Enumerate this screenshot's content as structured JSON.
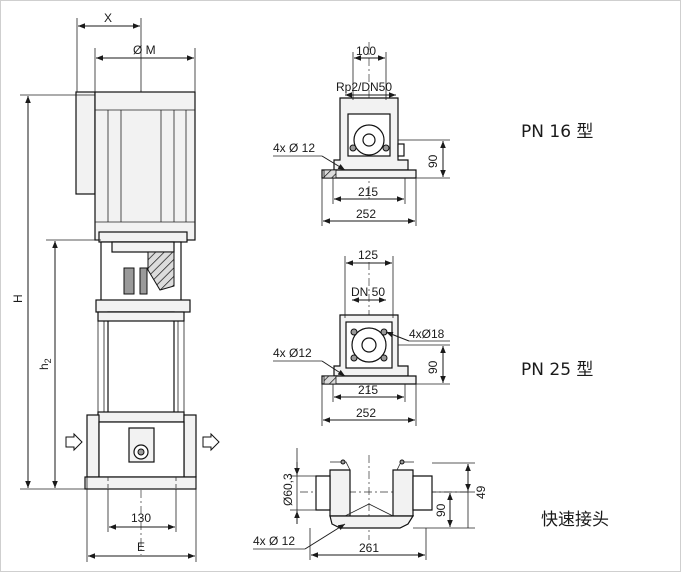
{
  "pump_elevation": {
    "dims": {
      "x": "X",
      "dia_m": "Ø M",
      "h_total": "H",
      "h2_main": "h",
      "h2_sub": "2",
      "base_130": "130",
      "e": "E"
    }
  },
  "pn16": {
    "label": "PN 16 型",
    "dims": {
      "top_width": "100",
      "connection": "Rp2/DN50",
      "holes": "4x Ø 12",
      "height": "90",
      "inner_width": "215",
      "outer_width": "252"
    }
  },
  "pn25": {
    "label": "PN 25 型",
    "dims": {
      "top_width": "125",
      "connection": "DN 50",
      "flange_holes": "4xØ18",
      "holes": "4x Ø12",
      "height": "90",
      "inner_width": "215",
      "outer_width": "252"
    }
  },
  "quick": {
    "label": "快速接头",
    "dims": {
      "pipe_dia": "Ø60,3",
      "h90": "90",
      "h49": "49",
      "holes": "4x Ø 12",
      "width": "261"
    }
  },
  "colors": {
    "line": "#1a1a1a",
    "fill": "#f2f2f2",
    "hatch": "#9a9a9a"
  }
}
